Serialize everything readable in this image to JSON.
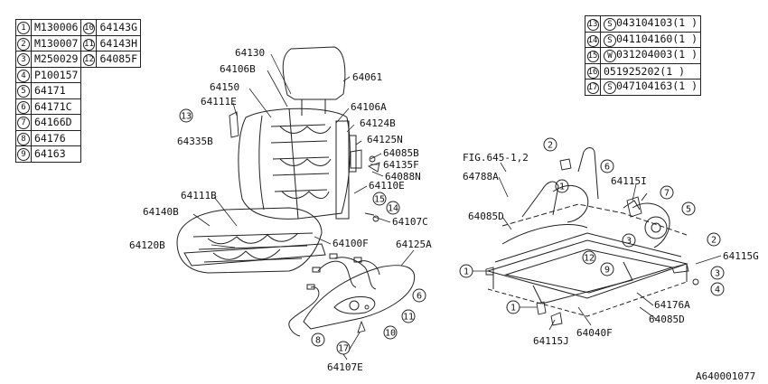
{
  "left_table": {
    "rows": [
      {
        "n": "1",
        "part": "M130006",
        "n2": "10",
        "part2": "64143G"
      },
      {
        "n": "2",
        "part": "M130007",
        "n2": "11",
        "part2": "64143H"
      },
      {
        "n": "3",
        "part": "M250029",
        "n2": "12",
        "part2": "64085F"
      },
      {
        "n": "4",
        "part": "P100157"
      },
      {
        "n": "5",
        "part": "64171"
      },
      {
        "n": "6",
        "part": "64171C"
      },
      {
        "n": "7",
        "part": "64166D"
      },
      {
        "n": "8",
        "part": "64176"
      },
      {
        "n": "9",
        "part": "64163"
      }
    ]
  },
  "right_table": {
    "rows": [
      {
        "n": "13",
        "pfx": "S",
        "part": "043104103(1 )"
      },
      {
        "n": "14",
        "pfx": "S",
        "part": "041104160(1 )"
      },
      {
        "n": "15",
        "pfx": "W",
        "part": "031204003(1 )"
      },
      {
        "n": "16",
        "pfx": "",
        "part": "051925202(1 )"
      },
      {
        "n": "17",
        "pfx": "S",
        "part": "047104163(1 )"
      }
    ]
  },
  "labels": {
    "l64130": "64130",
    "l64106B": "64106B",
    "l64061": "64061",
    "l64150": "64150",
    "l64111E": "64111E",
    "l64106A": "64106A",
    "l64124B": "64124B",
    "l64125N": "64125N",
    "l64335B": "64335B",
    "l64085B": "64085B",
    "l64135F": "64135F",
    "l64088N": "64088N",
    "l64110E": "64110E",
    "l64107C": "64107C",
    "l64111B": "64111B",
    "l64140B": "64140B",
    "l64120B": "64120B",
    "l64100F": "64100F",
    "l64125A": "64125A",
    "l64107E": "64107E",
    "fig": "FIG.645-1,2",
    "l64788A": "64788A",
    "l64085D_a": "64085D",
    "l64115I": "64115I",
    "l64115G": "64115G",
    "l64176A": "64176A",
    "l64085D_b": "64085D",
    "l64040F": "64040F",
    "l64115J": "64115J",
    "ref": "A640001077"
  },
  "callouts": {
    "c13": "13",
    "c15": "15",
    "c14": "14",
    "c6a": "6",
    "c11": "11",
    "c10": "10",
    "c8": "8",
    "c17": "17",
    "c2a": "2",
    "c6b": "6",
    "c1a": "1",
    "c7": "7",
    "c5": "5",
    "c3a": "3",
    "c12": "12",
    "c2b": "2",
    "c9": "9",
    "c3b": "3",
    "c4": "4",
    "c1b": "1",
    "c1c": "1"
  }
}
